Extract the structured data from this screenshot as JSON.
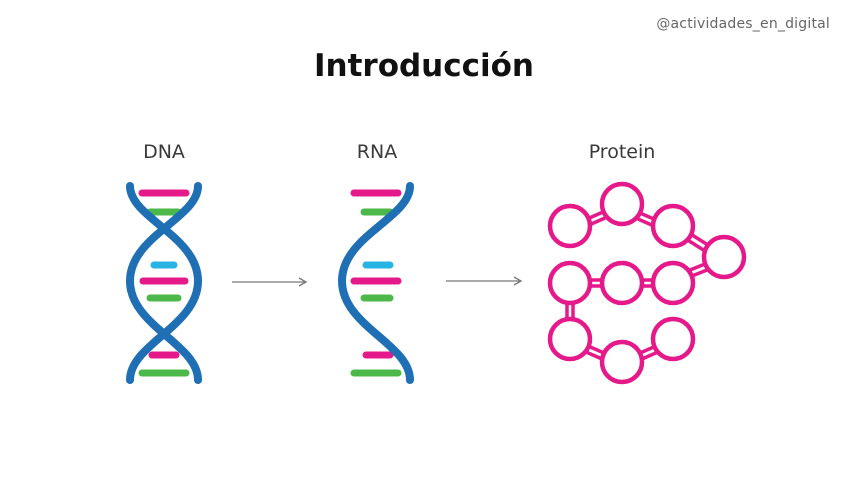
{
  "header": {
    "handle": "@actividades_en_digital",
    "title": "Introducción"
  },
  "diagram": {
    "stages": [
      {
        "label": "DNA"
      },
      {
        "label": "RNA"
      },
      {
        "label": "Protein"
      }
    ]
  },
  "colors": {
    "backbone": "#1f6fb5",
    "base_pink": "#e5198a",
    "base_green": "#4cb84a",
    "base_cyan": "#27b3e3",
    "protein": "#e5198a",
    "arrow": "#777777"
  }
}
